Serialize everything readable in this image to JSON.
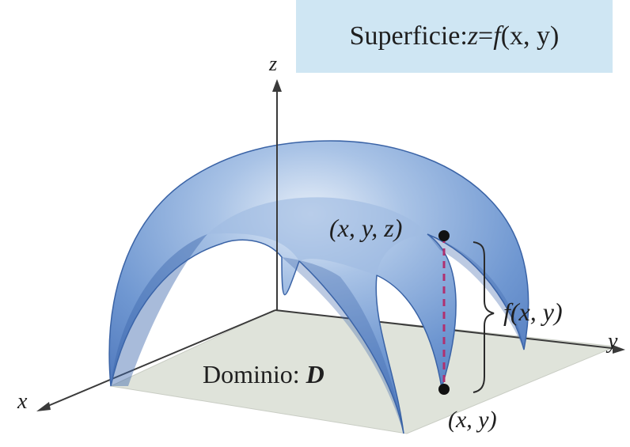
{
  "surface_label": {
    "prefix": "Superficie: ",
    "z": "z",
    "eq": " = ",
    "f": "f",
    "args": "(x, y)"
  },
  "axes": {
    "x": "x",
    "y": "y",
    "z": "z"
  },
  "point_labels": {
    "surface_point": "(x, y, z)",
    "domain_point": "(x, y)",
    "height": "f(x, y)"
  },
  "domain_label": {
    "text": "Dominio: ",
    "symbol": "D"
  },
  "colors": {
    "surface_light": "#b9cfe9",
    "surface_mid": "#7fa4d8",
    "surface_dark": "#4c76bd",
    "domain_fill": "#dde2d8",
    "title_bg": "#cfe6f3",
    "dashed_line": "#b0306f",
    "axis": "#3a3a3a"
  }
}
